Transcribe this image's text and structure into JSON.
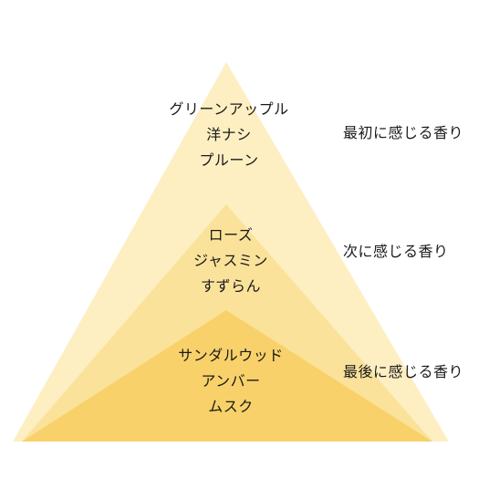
{
  "colors": {
    "top_layer": "#fdefc2",
    "middle_layer": "#fbe29a",
    "base_layer": "#f8d16a",
    "text": "#1a1a1a"
  },
  "top_notes": {
    "label": "最初に感じる香り",
    "items": [
      "グリーンアップル",
      "洋ナシ",
      "プルーン"
    ]
  },
  "middle_notes": {
    "label": "次に感じる香り",
    "items": [
      "ローズ",
      "ジャスミン",
      "すずらん"
    ]
  },
  "base_notes": {
    "label": "最後に感じる香り",
    "items": [
      "サンダルウッド",
      "アンバー",
      "ムスク"
    ]
  }
}
